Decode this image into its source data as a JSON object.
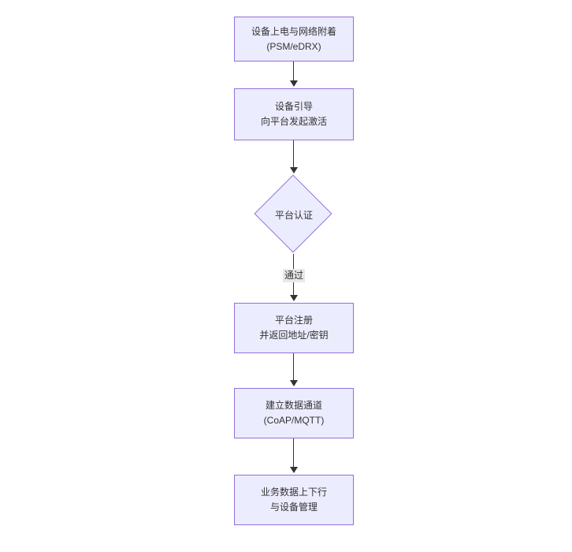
{
  "diagram": {
    "type": "flowchart",
    "direction": "top-down",
    "colors": {
      "node_fill": "#ECECFF",
      "node_border": "#9370DB",
      "text": "#333333",
      "edge_line": "#333333",
      "edge_label_bg": "#e8e8e8"
    },
    "nodes": [
      {
        "id": "n1",
        "shape": "rect",
        "lines": [
          "设备上电与网络附着",
          "(PSM/eDRX)"
        ]
      },
      {
        "id": "n2",
        "shape": "rect",
        "lines": [
          "设备引导",
          "向平台发起激活"
        ]
      },
      {
        "id": "n3",
        "shape": "diamond",
        "lines": [
          "平台认证"
        ]
      },
      {
        "id": "n4",
        "shape": "rect",
        "lines": [
          "平台注册",
          "并返回地址/密钥"
        ]
      },
      {
        "id": "n5",
        "shape": "rect",
        "lines": [
          "建立数据通道",
          "(CoAP/MQTT)"
        ]
      },
      {
        "id": "n6",
        "shape": "rect",
        "lines": [
          "业务数据上下行",
          "与设备管理"
        ]
      }
    ],
    "edges": [
      {
        "from": "n1",
        "to": "n2",
        "label": ""
      },
      {
        "from": "n2",
        "to": "n3",
        "label": ""
      },
      {
        "from": "n3",
        "to": "n4",
        "label": "通过"
      },
      {
        "from": "n4",
        "to": "n5",
        "label": ""
      },
      {
        "from": "n5",
        "to": "n6",
        "label": ""
      }
    ]
  }
}
